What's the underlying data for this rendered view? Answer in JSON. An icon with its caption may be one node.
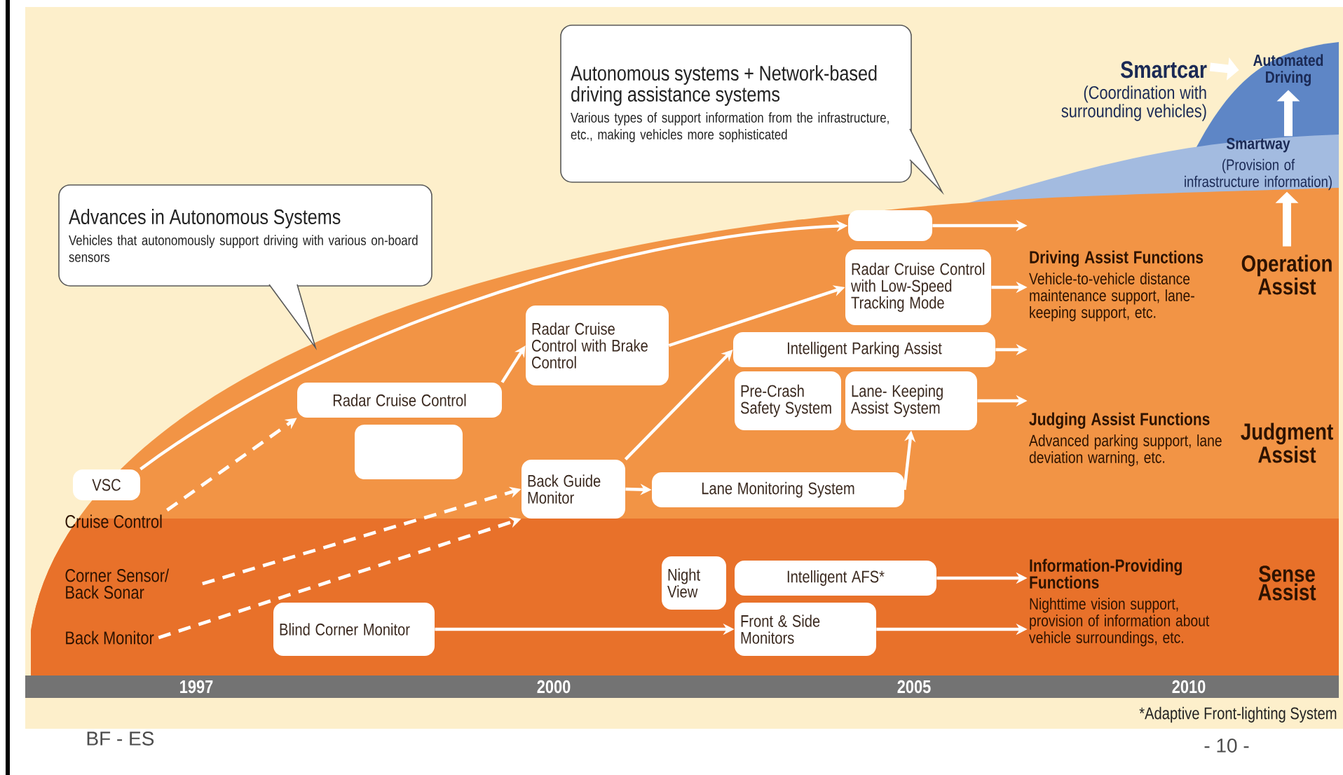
{
  "diagram": {
    "nodes": [
      {
        "text": [
          "Advances in Autonomous Systems",
          "Vehicles that autonomously support driving with various on-board sensors"
        ]
      },
      {
        "text": [
          "Autonomous systems + Network-based driving assistance systems",
          "Various types of support information from the infrastructure, etc., making vehicles more sophisticated"
        ]
      },
      {
        "text": [
          "VSC"
        ]
      },
      {
        "text": [
          "Cruise Control"
        ]
      },
      {
        "text": [
          "Corner Sensor/ Back Sonar"
        ]
      },
      {
        "text": [
          "Back Monitor"
        ]
      },
      {
        "text": [
          "Radar Cruise Control"
        ]
      },
      {
        "text": [],
        "shape": "box"
      },
      {
        "text": [
          "Radar Cruise Control with Brake Control"
        ]
      },
      {
        "text": [
          "Back Guide Monitor"
        ]
      },
      {
        "text": [
          "Blind Corner Monitor"
        ]
      },
      {
        "text": [],
        "shape": "box"
      },
      {
        "text": [
          "Radar Cruise Control with Low-Speed Tracking Mode"
        ]
      },
      {
        "text": [
          "Intelligent Parking Assist"
        ]
      },
      {
        "text": [
          "Pre-Crash Safety System"
        ]
      },
      {
        "text": [
          "Lane- Keeping Assist System"
        ]
      },
      {
        "text": [
          "Lane Monitoring System"
        ]
      },
      {
        "text": [
          "Night View"
        ]
      },
      {
        "text": [
          "Intelligent AFS*"
        ]
      },
      {
        "text": [
          "Front & Side Monitors"
        ]
      },
      {
        "text": [
          "Driving Assist Functions",
          "Vehicle-to-vehicle distance maintenance support, lane-keeping support, etc."
        ]
      },
      {
        "text": [
          "Judging Assist Functions",
          "Advanced parking support, lane deviation warning, etc."
        ]
      },
      {
        "text": [
          "Information-Providing Functions",
          "Nighttime vision support, provision of information about vehicle surroundings, etc."
        ]
      },
      {
        "text": [
          "Operation Assist"
        ]
      },
      {
        "text": [
          "Judgment Assist"
        ]
      },
      {
        "text": [
          "Sense Assist"
        ]
      },
      {
        "text": [
          "Smartway",
          "(Provision of infrastructure information)"
        ]
      },
      {
        "text": [
          "Automated Driving"
        ]
      },
      {
        "text": [
          "Smartcar",
          "(Coordination with surrounding vehicles)"
        ]
      }
    ],
    "edges": [
      {
        "from": 2,
        "to": 11,
        "arrow": "to"
      },
      {
        "from": 3,
        "to": 6,
        "arrow": "to",
        "style": "dashed"
      },
      {
        "from": 6,
        "to": 8,
        "arrow": "to"
      },
      {
        "from": 8,
        "to": 12,
        "arrow": "to"
      },
      {
        "from": 4,
        "to": 9,
        "arrow": "to",
        "style": "dashed"
      },
      {
        "from": 5,
        "to": 9,
        "arrow": "to",
        "style": "dashed"
      },
      {
        "from": 9,
        "to": 13,
        "arrow": "to"
      },
      {
        "from": 9,
        "to": 16,
        "arrow": "to"
      },
      {
        "from": 16,
        "to": 15,
        "arrow": "to"
      },
      {
        "from": 10,
        "to": 19,
        "arrow": "to"
      },
      {
        "from": 11,
        "to": 20,
        "arrow": "to"
      },
      {
        "from": 12,
        "to": 20,
        "arrow": "to"
      },
      {
        "from": 13,
        "to": 20,
        "arrow": "to"
      },
      {
        "from": 15,
        "to": 21,
        "arrow": "to"
      },
      {
        "from": 18,
        "to": 22,
        "arrow": "to"
      },
      {
        "from": 19,
        "to": 22,
        "arrow": "to"
      },
      {
        "from": 23,
        "to": 26,
        "arrow": "to",
        "style": "thick"
      },
      {
        "from": 26,
        "to": 27,
        "arrow": "to",
        "style": "thick"
      },
      {
        "from": 28,
        "to": 27,
        "arrow": "to",
        "style": "thick"
      }
    ],
    "labels": [
      "1997",
      "2000",
      "2005",
      "2010",
      "*Adaptive Front-lighting System",
      "BF - ES",
      "- 10 -"
    ]
  }
}
